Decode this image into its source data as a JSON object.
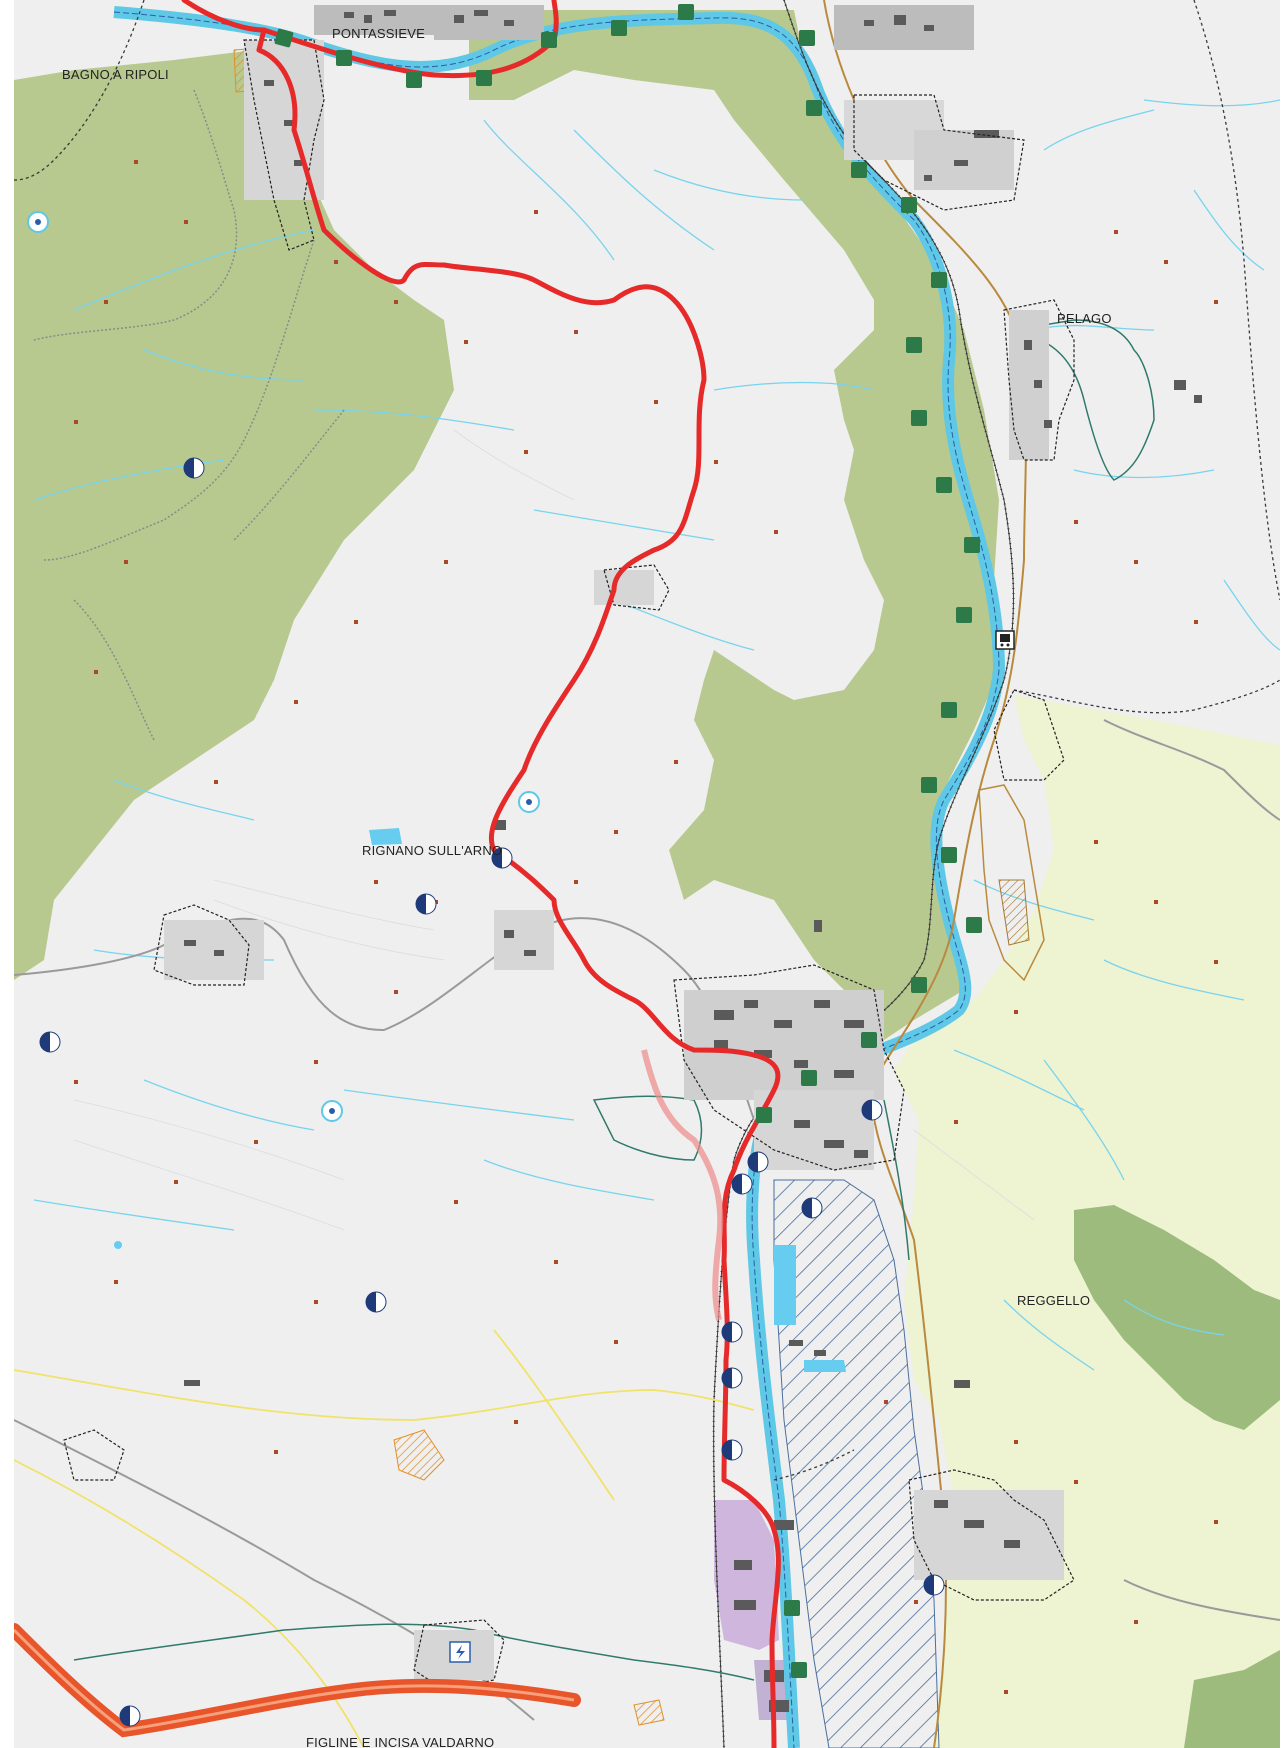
{
  "map": {
    "places": [
      {
        "id": "pontassieve",
        "name": "PONTASSIEVE"
      },
      {
        "id": "bagno",
        "name": "BAGNO A RIPOLI"
      },
      {
        "id": "pelago",
        "name": "PELAGO"
      },
      {
        "id": "rignano",
        "name": "RIGNANO SULL'ARNO"
      },
      {
        "id": "reggello",
        "name": "REGGELLO"
      },
      {
        "id": "figline",
        "name": "FIGLINE E INCISA VALDARNO"
      }
    ],
    "colors": {
      "background": "#efefef",
      "forest": "#b7c98f",
      "forest_dark": "#9cbb7c",
      "meadow": "#eef3d2",
      "river": "#5ec8e6",
      "stream": "#78d4ee",
      "route": "#e62a2a",
      "highway": "#e8552a",
      "railway": "#3a3a3a",
      "road_yellow": "#f1e26a",
      "road_brown": "#b98a3e",
      "boundary_green": "#2f7a6a",
      "settlement": "#555555",
      "industrial": "#c6a8d8",
      "hatch_blue": "#4a6fa0",
      "marker_green": "#2c7a47"
    },
    "icons": [
      "river-marker-icon",
      "water-point-icon",
      "half-circle-marker-icon",
      "train-station-icon",
      "power-plant-icon"
    ]
  }
}
